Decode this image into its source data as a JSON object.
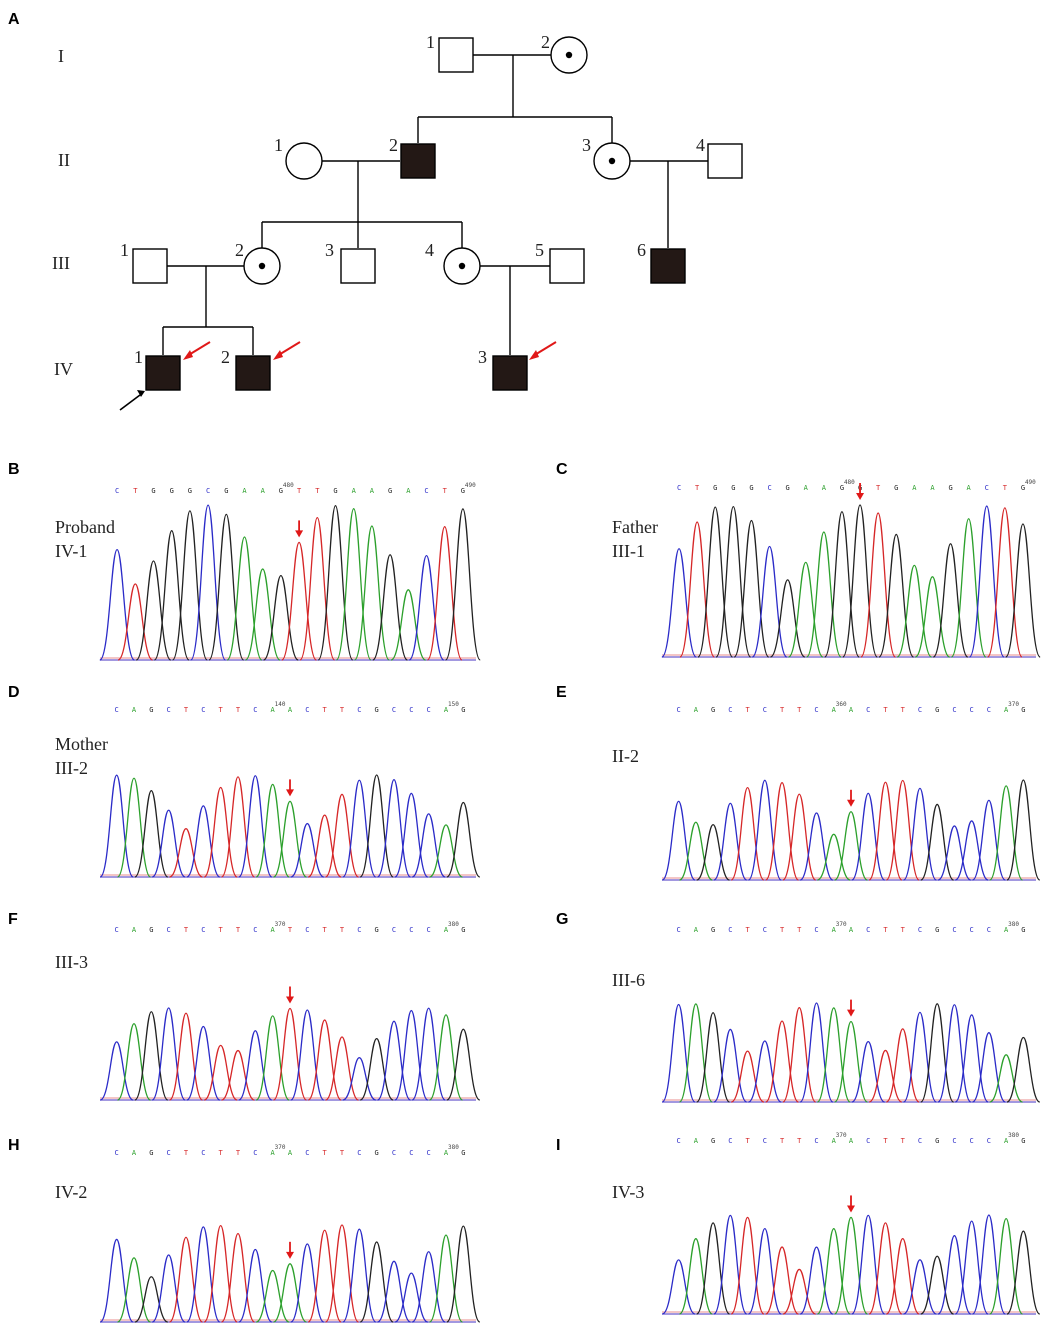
{
  "pedigree": {
    "panel_letter": "A",
    "generations": [
      "I",
      "II",
      "III",
      "IV"
    ],
    "individuals": [
      {
        "id": "I-1",
        "num": "1",
        "sex": "male",
        "status": "normal"
      },
      {
        "id": "I-2",
        "num": "2",
        "sex": "female",
        "status": "carrier"
      },
      {
        "id": "II-1",
        "num": "1",
        "sex": "female",
        "status": "normal"
      },
      {
        "id": "II-2",
        "num": "2",
        "sex": "male",
        "status": "affected"
      },
      {
        "id": "II-3",
        "num": "3",
        "sex": "female",
        "status": "carrier"
      },
      {
        "id": "II-4",
        "num": "4",
        "sex": "male",
        "status": "normal"
      },
      {
        "id": "III-1",
        "num": "1",
        "sex": "male",
        "status": "normal"
      },
      {
        "id": "III-2",
        "num": "2",
        "sex": "female",
        "status": "carrier"
      },
      {
        "id": "III-3",
        "num": "3",
        "sex": "male",
        "status": "normal"
      },
      {
        "id": "III-4",
        "num": "4",
        "sex": "female",
        "status": "carrier"
      },
      {
        "id": "III-5",
        "num": "5",
        "sex": "male",
        "status": "normal"
      },
      {
        "id": "III-6",
        "num": "6",
        "sex": "male",
        "status": "affected"
      },
      {
        "id": "IV-1",
        "num": "1",
        "sex": "male",
        "status": "affected",
        "proband": true
      },
      {
        "id": "IV-2",
        "num": "2",
        "sex": "male",
        "status": "affected"
      },
      {
        "id": "IV-3",
        "num": "3",
        "sex": "male",
        "status": "affected"
      }
    ]
  },
  "traces": [
    {
      "letter": "B",
      "label_lines": [
        "Proband",
        "IV-1"
      ],
      "sequence": "CTGGGCGAAGTTGAAGACTG",
      "markers": [
        "480",
        "490"
      ],
      "arrow_index": 10
    },
    {
      "letter": "C",
      "label_lines": [
        "Father",
        "III-1"
      ],
      "sequence": "CTGGGCGAAGGTGAAGACTG",
      "markers": [
        "480",
        "490"
      ],
      "arrow_index": 10
    },
    {
      "letter": "D",
      "label_lines": [
        "Mother",
        "III-2"
      ],
      "sequence": "CAGCTCTTCAACTTCGCCCAG",
      "markers": [
        "140",
        "150"
      ],
      "arrow_index": 10
    },
    {
      "letter": "E",
      "label_lines": [
        "II-2"
      ],
      "sequence": "CAGCTCTTCAACTTCGCCCAG",
      "markers": [
        "360",
        "370"
      ],
      "arrow_index": 10
    },
    {
      "letter": "F",
      "label_lines": [
        "III-3"
      ],
      "sequence": "CAGCTCTTCATCTTCGCCCAG",
      "markers": [
        "370",
        "380"
      ],
      "arrow_index": 10
    },
    {
      "letter": "G",
      "label_lines": [
        "III-6"
      ],
      "sequence": "CAGCTCTTCAACTTCGCCCAG",
      "markers": [
        "370",
        "380"
      ],
      "arrow_index": 10
    },
    {
      "letter": "H",
      "label_lines": [
        "IV-2"
      ],
      "sequence": "CAGCTCTTCAACTTCGCCCAG",
      "markers": [
        "370",
        "380"
      ],
      "arrow_index": 10
    },
    {
      "letter": "I",
      "label_lines": [
        "IV-3"
      ],
      "sequence": "CAGCTCTTCAACTTCGCCCAG",
      "markers": [
        "370",
        "380"
      ],
      "arrow_index": 10
    }
  ],
  "colors": {
    "A": "#2ca02c",
    "C": "#2b2bc8",
    "G": "#222222",
    "T": "#d62728",
    "arrow": "#e01818",
    "affected_fill": "#231815"
  }
}
